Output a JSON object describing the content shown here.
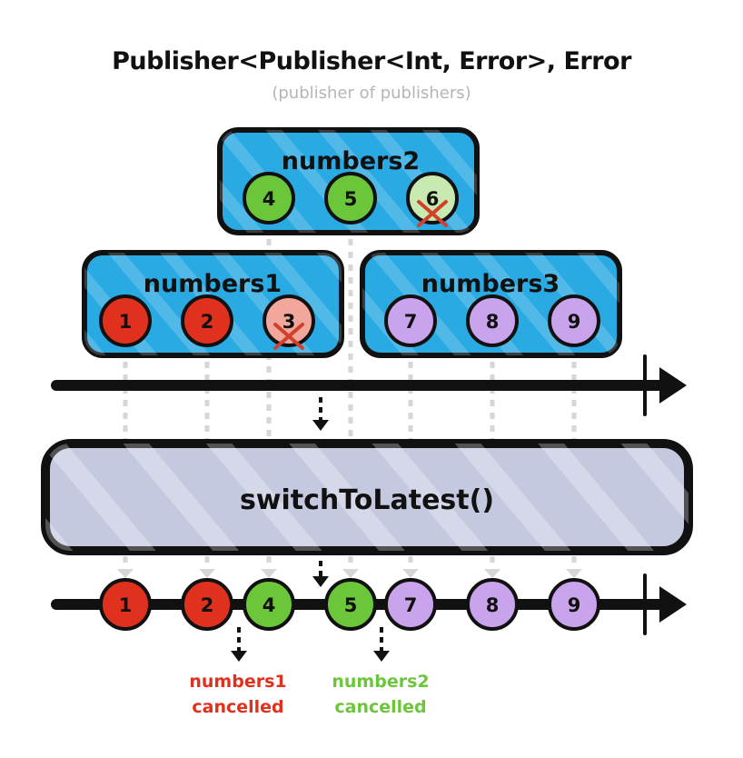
{
  "title": "Publisher<Publisher<Int, Error>, Error",
  "subtitle": "(publisher of publishers)",
  "colors": {
    "box_fill": "#2aaae2",
    "red": "#e0301e",
    "red_light": "#f2a79c",
    "green": "#6cc63a",
    "green_light": "#c8eab1",
    "purple": "#c9a3ec",
    "operator_fill": "#c5c9e0",
    "cross": "#d0402a",
    "dotted": "#d6d6d6"
  },
  "publishers": [
    {
      "name": "numbers1",
      "values": [
        {
          "label": "1",
          "color": "red",
          "cancelled": false
        },
        {
          "label": "2",
          "color": "red",
          "cancelled": false
        },
        {
          "label": "3",
          "color": "red_light",
          "cancelled": true
        }
      ]
    },
    {
      "name": "numbers2",
      "values": [
        {
          "label": "4",
          "color": "green",
          "cancelled": false
        },
        {
          "label": "5",
          "color": "green",
          "cancelled": false
        },
        {
          "label": "6",
          "color": "green_light",
          "cancelled": true
        }
      ]
    },
    {
      "name": "numbers3",
      "values": [
        {
          "label": "7",
          "color": "purple",
          "cancelled": false
        },
        {
          "label": "8",
          "color": "purple",
          "cancelled": false
        },
        {
          "label": "9",
          "color": "purple",
          "cancelled": false
        }
      ]
    }
  ],
  "operator": "switchToLatest()",
  "output": [
    {
      "label": "1",
      "color": "red"
    },
    {
      "label": "2",
      "color": "red"
    },
    {
      "label": "4",
      "color": "green"
    },
    {
      "label": "5",
      "color": "green"
    },
    {
      "label": "7",
      "color": "purple"
    },
    {
      "label": "8",
      "color": "purple"
    },
    {
      "label": "9",
      "color": "purple"
    }
  ],
  "notes": {
    "numbers1": [
      "numbers1",
      "cancelled"
    ],
    "numbers2": [
      "numbers2",
      "cancelled"
    ]
  }
}
